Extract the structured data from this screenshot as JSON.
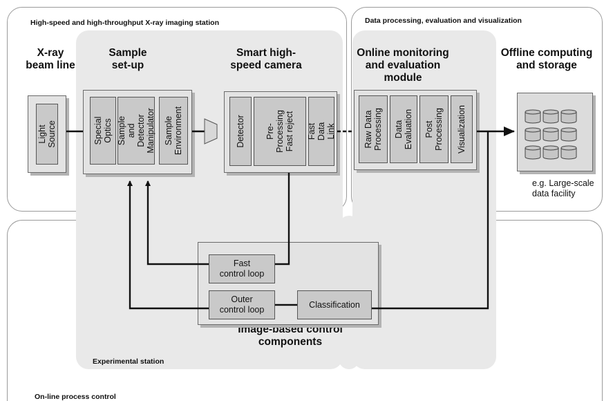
{
  "regions": {
    "imaging_station": "High-speed and high-throughput X-ray imaging station",
    "data_processing": "Data processing, evaluation and visualization",
    "experimental_station": "Experimental station",
    "online_process_control": "On-line process control"
  },
  "headings": {
    "beam_line": "X-ray\nbeam line",
    "sample_setup": "Sample\nset-up",
    "camera": "Smart high-\nspeed camera",
    "monitoring": "Online monitoring\nand evaluation\nmodule",
    "offline": "Offline computing\nand storage",
    "control_components": "Image-based control\ncomponents"
  },
  "blocks": {
    "light_source": "Light Source",
    "special_optics": "Special\nOptics",
    "sample_manipulator": "Sample and\nDetector\nManipulator",
    "sample_environment": "Sample\nEnvironment",
    "detector": "Detector",
    "preprocessing": "Pre-\nProcessing\nFast reject",
    "fast_data_link": "Fast Data\nLink",
    "raw_data_processing": "Raw Data\nProcessing",
    "data_evaluation": "Data\nEvaluation",
    "post_processing": "Post\nProcessing",
    "visualization": "Visualization",
    "fast_control_loop": "Fast\ncontrol loop",
    "outer_control_loop": "Outer\ncontrol loop",
    "classification": "Classification"
  },
  "storage_note": "e.g. Large-scale\ndata facility"
}
